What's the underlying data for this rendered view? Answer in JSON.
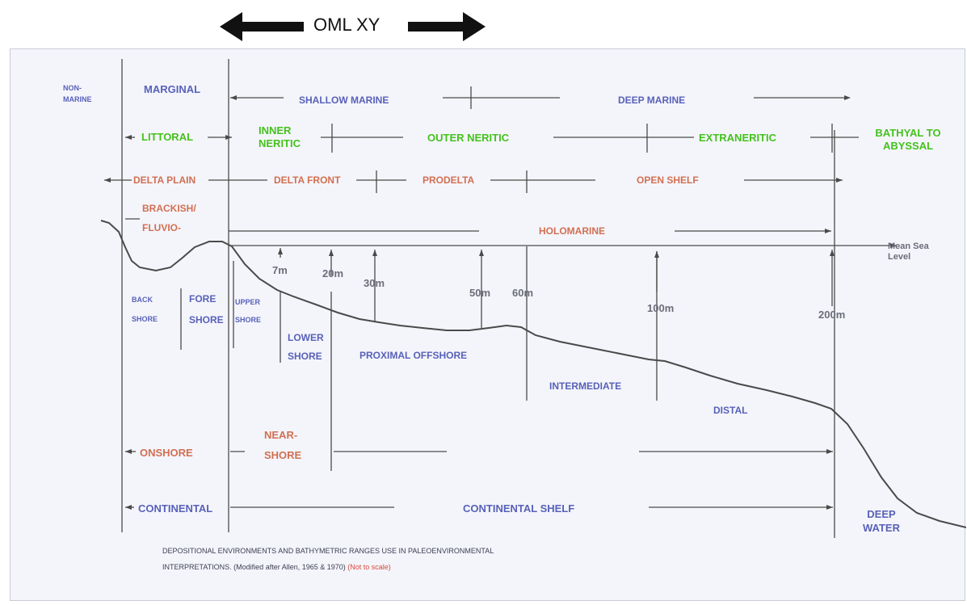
{
  "header": {
    "title": "OML XY"
  },
  "rows": {
    "marine": [
      "NON-MARINE",
      "MARGINAL",
      "SHALLOW MARINE",
      "DEEP MARINE"
    ],
    "zones": [
      "LITTORAL",
      "INNER NERITIC",
      "OUTER NERITIC",
      "EXTRANERITIC",
      "BATHYAL TO ABYSSAL"
    ],
    "delta": [
      "DELTA PLAIN",
      "DELTA FRONT",
      "PRODELTA",
      "OPEN SHELF"
    ],
    "salinity": [
      "BRACKISH/ FLUVIO-",
      "HOLOMARINE"
    ]
  },
  "sea_level_label": "Mean Sea Level",
  "depths": [
    "7m",
    "20m",
    "30m",
    "50m",
    "60m",
    "100m",
    "200m"
  ],
  "shore_zones": [
    "BACK SHORE",
    "FORE SHORE",
    "UPPER SHORE",
    "LOWER SHORE",
    "PROXIMAL OFFSHORE",
    "INTERMEDIATE",
    "DISTAL"
  ],
  "position": [
    "ONSHORE",
    "NEAR- SHORE"
  ],
  "setting": [
    "CONTINENTAL",
    "CONTINENTAL SHELF",
    "DEEP WATER"
  ],
  "caption": {
    "line1": "DEPOSITIONAL ENVIRONMENTS AND BATHYMETRIC RANGES USE IN PALEOENVIRONMENTAL",
    "line2": "INTERPRETATIONS. (Modified after Allen, 1965 & 1970)",
    "note": "(Not to scale)"
  },
  "colors": {
    "blue": "#5861b8",
    "green": "#44c21c",
    "orange": "#d26f52",
    "line": "#4a4a4a"
  }
}
